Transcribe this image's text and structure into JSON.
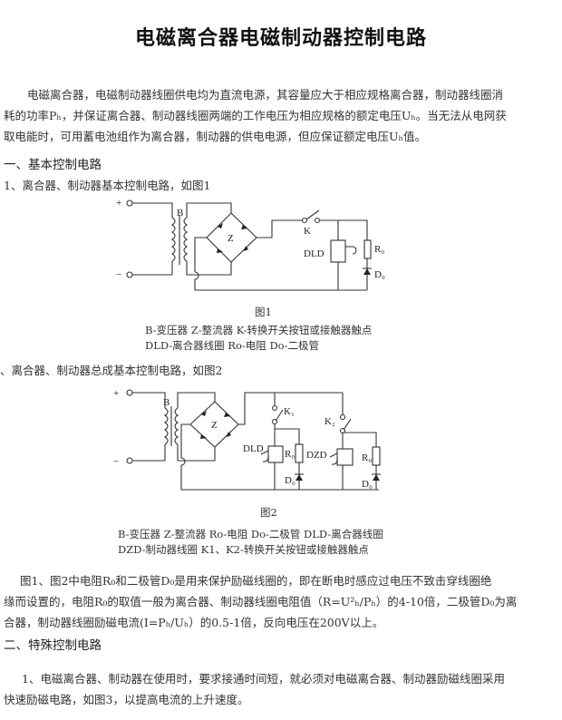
{
  "title": "电磁离合器电磁制动器控制电路",
  "intro": {
    "lines": [
      "电磁离合器，电磁制动器线圈供电均为直流电源，其容量应大于相应规格离合器，制动器线圈消",
      "耗的功率Pₕ，并保证离合器、制动器线圈两端的工作电压为相应规格的额定电压Uₕ。当无法从电网获",
      "取电能时，可用蓄电池组作为离合器，制动器的供电电源，但应保证额定电压Uₕ值。"
    ]
  },
  "section1": {
    "heading": "一、基本控制电路",
    "item1": "1、离合器、制动器基本控制电路，如图1",
    "fig1": {
      "labels": {
        "plus": "+",
        "minus": "−",
        "b": "B",
        "z": "Z",
        "k": "K",
        "dld": "DLD",
        "r0": "R₀",
        "d0": "D₀"
      },
      "caption": "图1",
      "legend": [
        "B-变压器 Z-整流器 K-转换开关按钮或接触器触点",
        "DLD-离合器线圈 Ro-电阻 Do-二极管"
      ]
    },
    "item2": "、离合器、制动器总成基本控制电路，如图2",
    "fig2": {
      "labels": {
        "plus": "+",
        "minus": "−",
        "b": "B",
        "z": "Z",
        "k1": "K₁",
        "k2": "K₂",
        "dld": "DLD",
        "dzd": "DZD",
        "r0a": "R₀",
        "r0b": "R₀",
        "d0a": "D₀",
        "d0b": "D₀"
      },
      "caption": "图2",
      "legend": [
        "B-变压器 Z-整流器 Ro-电阻 Do-二极管 DLD-离合器线圈",
        "DZD-制动器线圈  K1、K2-转换开关按钮或接触器触点"
      ]
    },
    "note": [
      "图1、图2中电阻R₀和二极管D₀是用来保护励磁线圈的，即在断电时感应过电压不致击穿线圈绝",
      "缘而设置的，电阻R₀的取值一般为离合器、制动器线圈电阻值（R=U²ₕ/Pₕ）的4-10倍，二极管D₀为离",
      "合器，制动器线圈励磁电流(I=Pₕ/Uₕ）的0.5-1倍，反向电压在200V以上。"
    ]
  },
  "section2": {
    "heading": "二、特殊控制电路",
    "lines": [
      "1、电磁离合器、制动器在使用时，要求接通时间短，就必须对电磁离合器、制动器励磁线圈采用",
      "快速励磁电路，如图3，以提高电流的上升速度。"
    ]
  }
}
